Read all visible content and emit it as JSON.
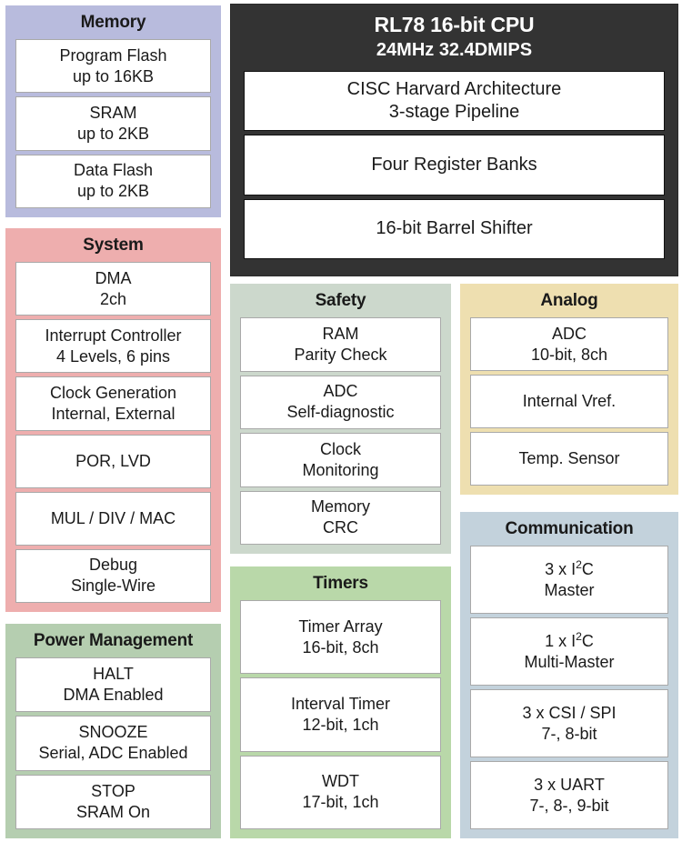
{
  "diagram": {
    "title": "RL78 16-bit CPU block diagram",
    "colors": {
      "memory": "#b8bbdd",
      "system": "#eeaeae",
      "power_management": "#b5ceb0",
      "cpu": "#333333",
      "safety": "#ccd8cc",
      "timers": "#b9d8a9",
      "analog": "#eedfb0",
      "communication": "#c3d2dc",
      "cell_background": "#ffffff",
      "cell_border": "#a9a9a9",
      "cpu_text": "#ffffff",
      "text": "#1a1a1a"
    }
  },
  "panels": {
    "memory": {
      "title": "Memory",
      "cells": [
        {
          "line1": "Program Flash",
          "line2": "up to 16KB"
        },
        {
          "line1": "SRAM",
          "line2": "up to 2KB"
        },
        {
          "line1": "Data Flash",
          "line2": "up to 2KB"
        }
      ]
    },
    "system": {
      "title": "System",
      "cells": [
        {
          "line1": "DMA",
          "line2": "2ch"
        },
        {
          "line1": "Interrupt Controller",
          "line2": "4 Levels, 6 pins"
        },
        {
          "line1": "Clock Generation",
          "line2": "Internal, External"
        },
        {
          "line1": "POR, LVD",
          "line2": ""
        },
        {
          "line1": "MUL / DIV / MAC",
          "line2": ""
        },
        {
          "line1": "Debug",
          "line2": "Single-Wire"
        }
      ]
    },
    "power_management": {
      "title": "Power Management",
      "cells": [
        {
          "line1": "HALT",
          "line2": "DMA Enabled"
        },
        {
          "line1": "SNOOZE",
          "line2": "Serial, ADC Enabled"
        },
        {
          "line1": "STOP",
          "line2": "SRAM On"
        }
      ]
    },
    "cpu": {
      "title": "RL78 16-bit CPU",
      "subtitle": "24MHz 32.4DMIPS",
      "cells": [
        {
          "line1": "CISC Harvard Architecture",
          "line2": "3-stage Pipeline"
        },
        {
          "line1": "Four Register Banks",
          "line2": ""
        },
        {
          "line1": "16-bit Barrel Shifter",
          "line2": ""
        }
      ]
    },
    "safety": {
      "title": "Safety",
      "cells": [
        {
          "line1": "RAM",
          "line2": "Parity Check"
        },
        {
          "line1": "ADC",
          "line2": "Self-diagnostic"
        },
        {
          "line1": "Clock",
          "line2": "Monitoring"
        },
        {
          "line1": "Memory",
          "line2": "CRC"
        }
      ]
    },
    "timers": {
      "title": "Timers",
      "cells": [
        {
          "line1": "Timer Array",
          "line2": "16-bit, 8ch"
        },
        {
          "line1": "Interval Timer",
          "line2": "12-bit, 1ch"
        },
        {
          "line1": "WDT",
          "line2": "17-bit, 1ch"
        }
      ]
    },
    "analog": {
      "title": "Analog",
      "cells": [
        {
          "line1": "ADC",
          "line2": "10-bit, 8ch"
        },
        {
          "line1": "Internal Vref.",
          "line2": ""
        },
        {
          "line1": "Temp. Sensor",
          "line2": ""
        }
      ]
    },
    "communication": {
      "title": "Communication",
      "cells": [
        {
          "line1_html": "3 x I<sup>2</sup>C",
          "line1": "3 x I2C",
          "line2": "Master"
        },
        {
          "line1_html": "1 x I<sup>2</sup>C",
          "line1": "1 x I2C",
          "line2": "Multi-Master"
        },
        {
          "line1": "3 x CSI / SPI",
          "line2": "7-, 8-bit"
        },
        {
          "line1": "3 x UART",
          "line2": "7-, 8-, 9-bit"
        }
      ]
    }
  }
}
